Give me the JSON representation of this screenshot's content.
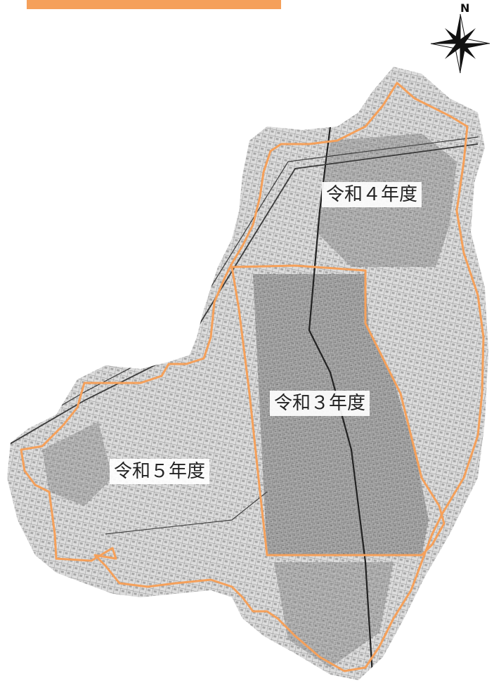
{
  "map": {
    "districts": [
      {
        "id": "r4",
        "label": "令和４年度"
      },
      {
        "id": "r3",
        "label": "令和３年度"
      },
      {
        "id": "r5",
        "label": "令和５年度"
      }
    ],
    "compass": {
      "north_label": "N"
    },
    "colors": {
      "boundary": "#f5a05a",
      "header_bar": "#f5a05a",
      "map_texture": "#b8b8b8",
      "map_dense": "#7a7a7a"
    }
  }
}
